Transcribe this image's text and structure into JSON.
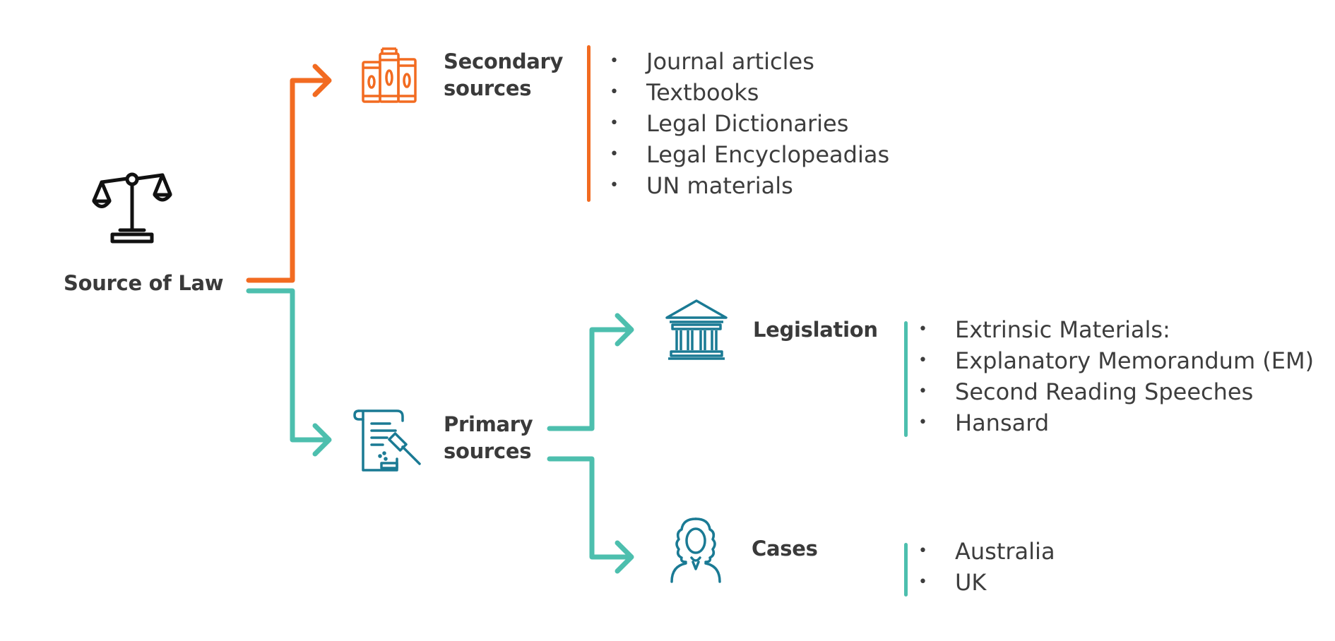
{
  "colors": {
    "secondary_branch": "#f26b21",
    "primary_branch": "#4dbfae",
    "primary_icons": "#1a7a94",
    "root_icon": "#111111",
    "text": "#3d3d3d"
  },
  "root": {
    "label": "Source of Law",
    "icon": "scales-of-justice-icon"
  },
  "secondary": {
    "label_line1": "Secondary",
    "label_line2": "sources",
    "icon": "books-icon",
    "items": [
      "Journal articles",
      "Textbooks",
      "Legal Dictionaries",
      "Legal Encyclopeadias",
      "UN materials"
    ]
  },
  "primary": {
    "label_line1": "Primary",
    "label_line2": "sources",
    "icon": "document-gavel-icon"
  },
  "legislation": {
    "label": "Legislation",
    "icon": "parliament-building-icon",
    "items": [
      "Extrinsic Materials:",
      "Explanatory Memorandum (EM)",
      "Second Reading Speeches",
      "Hansard"
    ]
  },
  "cases": {
    "label": "Cases",
    "icon": "judge-wig-icon",
    "items": [
      "Australia",
      "UK"
    ]
  }
}
